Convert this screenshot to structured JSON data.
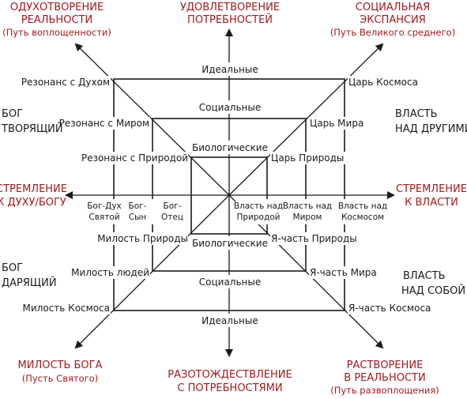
{
  "corners": {
    "top_left": {
      "line1": "ОДУХОТВОРЕНИЕ",
      "line2": "РЕАЛЬНОСТИ",
      "sub": "(Путь воплощенности)"
    },
    "top_center": {
      "line1": "УДОВЛЕТВОРЕНИЕ",
      "line2": "ПОТРЕБНОСТЕЙ"
    },
    "top_right": {
      "line1": "СОЦИАЛЬНАЯ",
      "line2": "ЭКСПАНСИЯ",
      "sub": "(Путь Великого среднего)"
    },
    "left": {
      "line1": "СТРЕМЛЕНИЕ",
      "line2": "К ДУХУ/БОГУ"
    },
    "right": {
      "line1": "СТРЕМЛЕНИЕ",
      "line2": "К ВЛАСТИ"
    },
    "bottom_left": {
      "line1": "МИЛОСТЬ БОГА",
      "sub": "(Пусть Святого)"
    },
    "bottom_center": {
      "line1": "РАЗОТОЖДЕСТВЛЕНИЕ",
      "line2": "С ПОТРЕБНОСТЯМИ"
    },
    "bottom_right": {
      "line1": "РАСТВОРЕНИЕ",
      "line2": "В РЕАЛЬНОСТИ",
      "sub": "(Путь развоплощения)"
    }
  },
  "side_labels": {
    "god_creating": {
      "line1": "БОГ",
      "line2": "ТВОРЯЩИЙ"
    },
    "power_over_others": {
      "line1": "ВЛАСТЬ",
      "line2": "НАД ДРУГИМИ"
    },
    "god_giving": {
      "line1": "БОГ",
      "line2": "ДАРЯЩИЙ"
    },
    "power_over_self": {
      "line1": "ВЛАСТЬ",
      "line2": "НАД СОБОЙ"
    }
  },
  "levels": {
    "ideal_top": "Идеальные",
    "social_top": "Социальные",
    "bio_top": "Биологические",
    "bio_bottom": "Биологические",
    "social_bottom": "Социальные",
    "ideal_bottom": "Идеальные"
  },
  "nodes": {
    "resonance_spirit": "Резонанс с Духом",
    "resonance_world": "Резонанс с Миром",
    "resonance_nature": "Резонанс с Природой",
    "tsar_cosmos": "Царь Космоса",
    "tsar_world": "Царь Мира",
    "tsar_nature": "Царь Природы",
    "mercy_nature": "Милость Природы",
    "mercy_people": "Милость людей",
    "mercy_cosmos": "Милость Космоса",
    "i_part_nature": "Я-часть Природы",
    "i_part_world": "Я-часть Мира",
    "i_part_cosmos": "Я-часть Космоса"
  },
  "axis_left": [
    {
      "line1": "Бог-Дух",
      "line2": "Святой"
    },
    {
      "line1": "Бог-",
      "line2": "Сын"
    },
    {
      "line1": "Бог-",
      "line2": "Отец"
    }
  ],
  "axis_right": [
    {
      "line1": "Власть над",
      "line2": "Природой"
    },
    {
      "line1": "Власть над",
      "line2": "Миром"
    },
    {
      "line1": "Власть над",
      "line2": "Космосом"
    }
  ],
  "colors": {
    "accent": "#a3191d",
    "ink": "#1a1a1a"
  }
}
